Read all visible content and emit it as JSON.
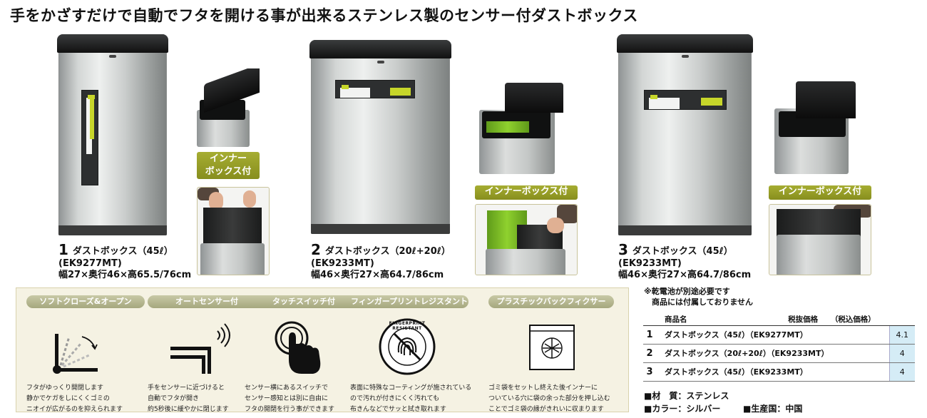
{
  "headline": "手をかざすだけで自動でフタを開ける事が出来るステンレス製のセンサー付ダストボックス",
  "badges": {
    "inner_2line_a": "インナー",
    "inner_2line_b": "ボックス付",
    "inner": "インナーボックス付"
  },
  "products": [
    {
      "num": "1",
      "name": "ダストボックス（45ℓ）",
      "model": "(EK9277MT)",
      "size": "幅27×奥行46×高65.5/76cm"
    },
    {
      "num": "2",
      "name": "ダストボックス（20ℓ+20ℓ）",
      "model": "(EK9233MT)",
      "size": "幅46×奥行27×高64.7/86cm"
    },
    {
      "num": "3",
      "name": "ダストボックス（45ℓ）",
      "model": "(EK9233MT)",
      "size": "幅46×奥行27×高64.7/86cm"
    }
  ],
  "features": [
    {
      "title": "ソフトクローズ&オープン",
      "icon": "soft-close-icon",
      "desc": [
        "フタがゆっくり開閉します",
        "静かでケガをしにくくゴミの",
        "ニオイが広がるのを抑えられます"
      ]
    },
    {
      "title": "オートセンサー付",
      "icon": "auto-sensor-icon",
      "desc": [
        "手をセンサーに近づけると",
        "自動でフタが開き",
        "約5秒後に緩やかに閉じます"
      ]
    },
    {
      "title": "タッチスイッチ付",
      "icon": "touch-switch-icon",
      "desc": [
        "センサー横にあるスイッチで",
        "センサー感知とは別に自由に",
        "フタの開閉を行う事ができます"
      ]
    },
    {
      "title": "フィンガープリントレジスタント",
      "icon": "fingerprint-resistant-icon",
      "stamp": "FINGERPRINT RESISTANT",
      "desc": [
        "表面に特殊なコーティングが施されている",
        "ので汚れが付きにくく汚れても",
        "布きんなどでサッと拭き取れます"
      ]
    },
    {
      "title": "プラスチックバックフィクサー",
      "icon": "bag-fixer-icon",
      "desc": [
        "ゴミ袋をセットし終えた後インナーに",
        "ついている穴に袋の余った部分を押し込む",
        "ことでゴミ袋の縁がきれいに収まります"
      ]
    }
  ],
  "notes": [
    "※乾電池が別途必要です",
    "　商品には付属しておりません"
  ],
  "table": {
    "headers": [
      "商品名",
      "税抜価格",
      "（税込価格）"
    ],
    "rows": [
      {
        "no": "1",
        "name": "ダストボックス（45ℓ）（EK9277MT）",
        "price": "4.1"
      },
      {
        "no": "2",
        "name": "ダストボックス（20ℓ+20ℓ）（EK9233MT）",
        "price": "4"
      },
      {
        "no": "3",
        "name": "ダストボックス（45ℓ）（EK9233MT）",
        "price": "4"
      }
    ]
  },
  "specs": {
    "material": "■材　質：ステンレス",
    "color": "■カラー：シルバー",
    "origin": "■生産国：中国"
  },
  "colors": {
    "accent_olive": "#9aa12a",
    "price_cell": "#d5ecf6",
    "panel_bg": "#f5f2e3"
  }
}
